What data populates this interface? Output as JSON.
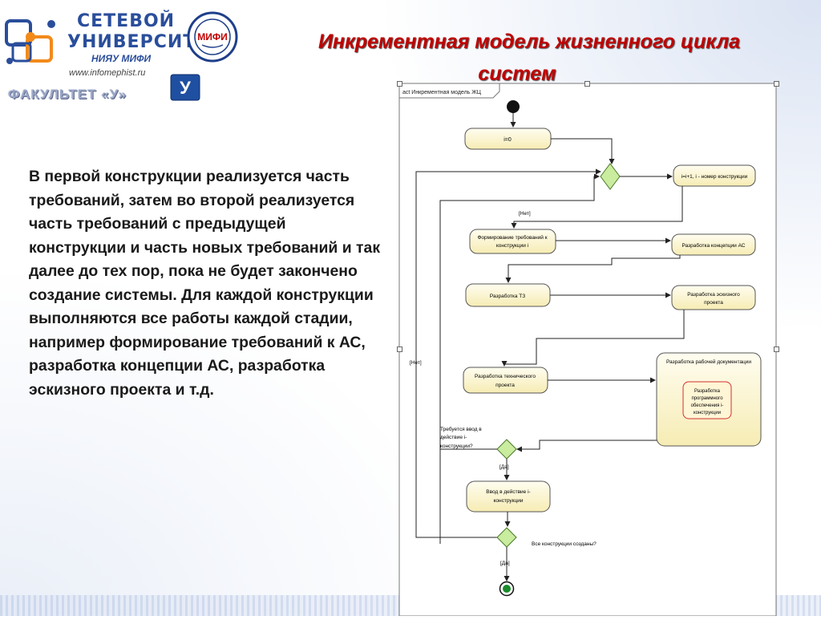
{
  "header": {
    "logo_line1": "СЕТЕВОЙ",
    "logo_line2": "УНИВЕРСИТЕТ",
    "logo_line3": "НИЯУ МИФИ",
    "logo_site": "www.infomephist.ru",
    "seal_text": "МИФИ",
    "faculty": "ФАКУЛЬТЕТ «У»",
    "u_logo": "У"
  },
  "title": {
    "line1": "Инкрементная модель жизненного цикла",
    "line2": "систем"
  },
  "description": "В первой конструкции реализуется часть требований, затем во второй реализуется часть требований с предыдущей конструкции и часть новых требований и так далее до тех пор, пока не будет закончено создание системы. Для каждой конструкции выполняются все работы каждой стадии, например формирование требований к АС, разработка концепции АС, разработка эскизного проекта и т.д.",
  "diagram": {
    "frame_title": "act Инкрементная модель ЖЦ",
    "nodes": {
      "init_i": "i=0",
      "next_i": "i=i+1, i - номер конструкции",
      "requirements": [
        "Формирование требований к",
        "конструкции i"
      ],
      "concept": "Разработка концепции АС",
      "tz": "Разработка ТЗ",
      "draft": [
        "Разработка эскизного",
        "проекта"
      ],
      "tech": [
        "Разработка технического",
        "проекта"
      ],
      "work_docs": "Разработка рабочей документации",
      "software": [
        "Разработка",
        "программного",
        "обеспечения i-",
        "конструкции"
      ],
      "commission": [
        "Ввод в действие i-",
        "конструкции"
      ]
    },
    "guards": {
      "no_top": "[Нет]",
      "no_left": "[Нет]",
      "yes_1": "[Да]",
      "yes_2": "[Да]"
    },
    "questions": {
      "need_commission": [
        "Требуется ввод в",
        "действие i-",
        "конструкции?"
      ],
      "all_done": "Все конструкции созданы?"
    }
  }
}
